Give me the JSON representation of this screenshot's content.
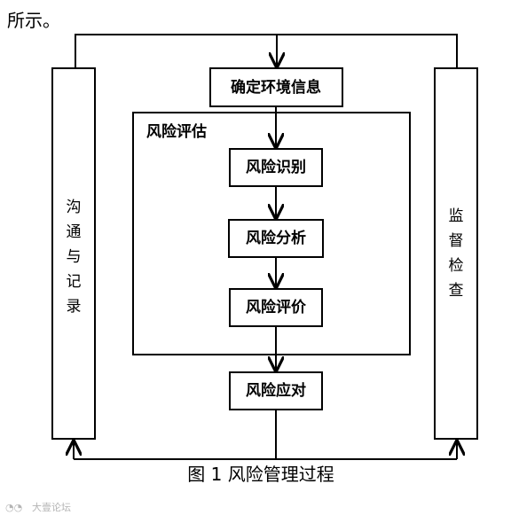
{
  "intro_text": "所示。",
  "nodes": {
    "context": "确定环境信息",
    "assessment_group": "风险评估",
    "identify": "风险识别",
    "analyze": "风险分析",
    "evaluate": "风险评价",
    "treat": "风险应对"
  },
  "side_left": [
    "沟",
    "通",
    "与",
    "记",
    "录"
  ],
  "side_right": [
    "监",
    "督",
    "检",
    "查"
  ],
  "caption": "图 1  风险管理过程",
  "watermark": "大壹论坛"
}
